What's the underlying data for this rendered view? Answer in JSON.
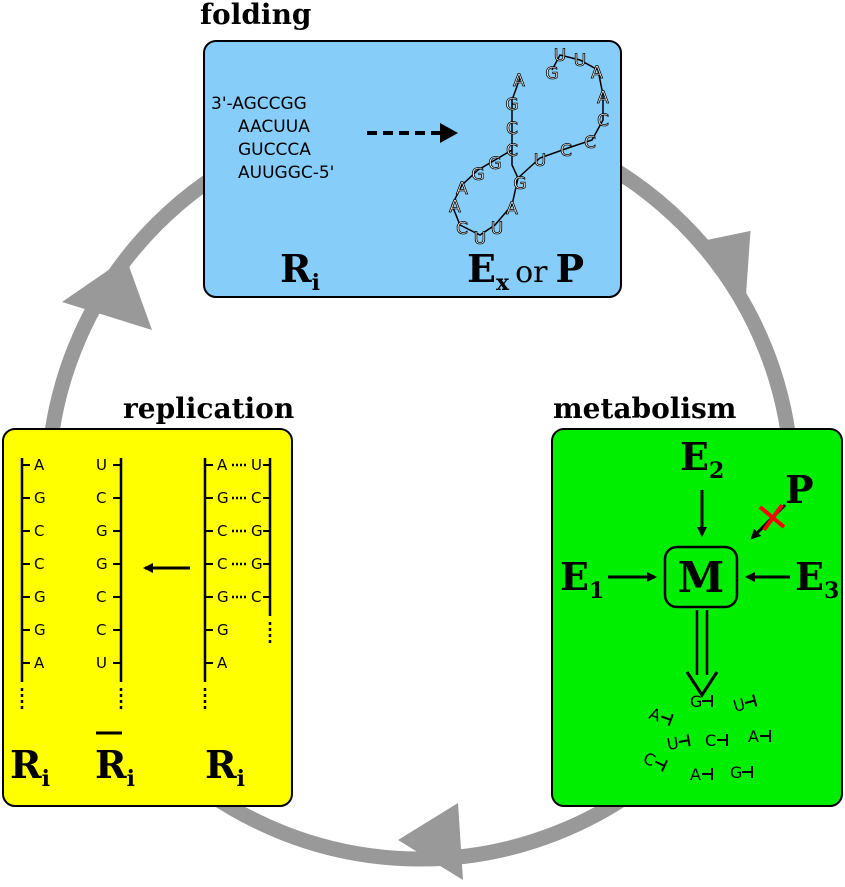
{
  "labels": {
    "folding": "folding",
    "metabolism": "metabolism",
    "replication": "replication"
  },
  "folding": {
    "sequence_lines": [
      "3'-AGCCGG",
      "AACUUA",
      "GUCCCA",
      "AUUGGC-5'"
    ],
    "r_label": "R",
    "r_sub": "i",
    "e_label": "E",
    "e_sub": "x",
    "or_text": "or",
    "p_label": "P",
    "structure_nts": [
      "A",
      "G",
      "C",
      "C",
      "G",
      "G",
      "A",
      "A",
      "C",
      "U",
      "U",
      "A",
      "G",
      "U",
      "C",
      "C",
      "C",
      "A",
      "A",
      "U",
      "U",
      "G",
      "G",
      "C"
    ]
  },
  "metabolism": {
    "e1": "E",
    "e1_sub": "1",
    "e2": "E",
    "e2_sub": "2",
    "e3": "E",
    "e3_sub": "3",
    "p": "P",
    "m": "M",
    "products": [
      "A",
      "G",
      "U",
      "C",
      "U",
      "C",
      "A",
      "A",
      "G"
    ]
  },
  "replication": {
    "template_left": [
      "A",
      "G",
      "C",
      "C",
      "G",
      "G",
      "A"
    ],
    "complement": [
      "U",
      "C",
      "G",
      "G",
      "C",
      "C",
      "U"
    ],
    "right_strand": [
      "A",
      "G",
      "C",
      "C",
      "G",
      "G",
      "A"
    ],
    "right_partners": [
      "U",
      "C",
      "G",
      "G",
      "C"
    ],
    "r_label": "R",
    "r_sub": "i",
    "rbar_label": "R",
    "rbar_sub": "i",
    "r2_label": "R",
    "r2_sub": "i"
  },
  "colors": {
    "folding_box": "#87cdfa",
    "metabolism_box": "#00ef00",
    "replication_box": "#ffff00",
    "cycle_arrow": "#999999",
    "inhibit_cross": "#ff0000"
  }
}
